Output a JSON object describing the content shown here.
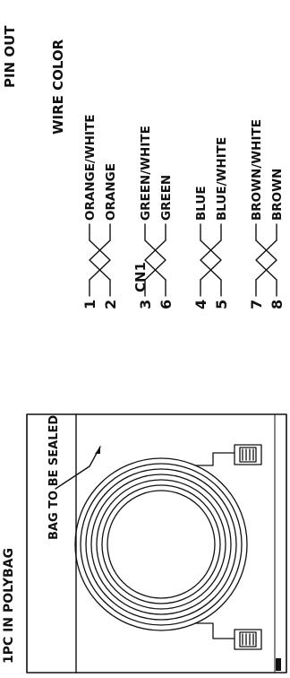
{
  "packaging": {
    "quantity_label": "1PC IN POLYBAG",
    "callout_label": "BAG TO BE SEALED"
  },
  "pinout": {
    "title": "PIN OUT",
    "wire_color_header": "WIRE COLOR",
    "connector_label": "CN1",
    "pins": [
      {
        "pin": "1",
        "color": "ORANGE/WHITE"
      },
      {
        "pin": "2",
        "color": "ORANGE"
      },
      {
        "pin": "3",
        "color": "GREEN/WHITE"
      },
      {
        "pin": "6",
        "color": "GREEN"
      },
      {
        "pin": "4",
        "color": "BLUE"
      },
      {
        "pin": "5",
        "color": "BLUE/WHITE"
      },
      {
        "pin": "7",
        "color": "BROWN/WHITE"
      },
      {
        "pin": "8",
        "color": "BROWN"
      }
    ]
  }
}
